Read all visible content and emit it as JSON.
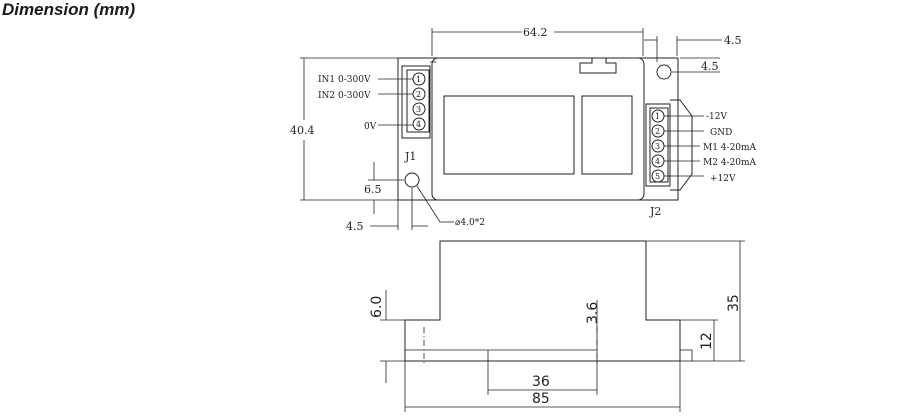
{
  "title": "Dimension (mm)",
  "top_view": {
    "dim_width": "64.2",
    "dim_height": "40.4",
    "dim_top_right_a": "4.5",
    "dim_top_right_b": "4.5",
    "dim_hole_y": "6.5",
    "dim_hole_x": "4.5",
    "hole_note": "⌀4.0*2",
    "connector_j1": "J1",
    "connector_j2": "J2",
    "j1_pins": [
      {
        "number": "1",
        "label": "IN1 0-300V"
      },
      {
        "number": "2",
        "label": "IN2 0-300V"
      },
      {
        "number": "3",
        "label": ""
      },
      {
        "number": "4",
        "label": "0V"
      }
    ],
    "j2_pins": [
      {
        "number": "1",
        "label": "-12V"
      },
      {
        "number": "2",
        "label": "GND"
      },
      {
        "number": "3",
        "label": "M1 4-20mA"
      },
      {
        "number": "4",
        "label": "M2 4-20mA"
      },
      {
        "number": "5",
        "label": "+12V"
      }
    ]
  },
  "side_view": {
    "dim_6_0": "6.0",
    "dim_3_6": "3.6",
    "dim_35": "35",
    "dim_12": "12",
    "dim_36": "36",
    "dim_85": "85"
  }
}
